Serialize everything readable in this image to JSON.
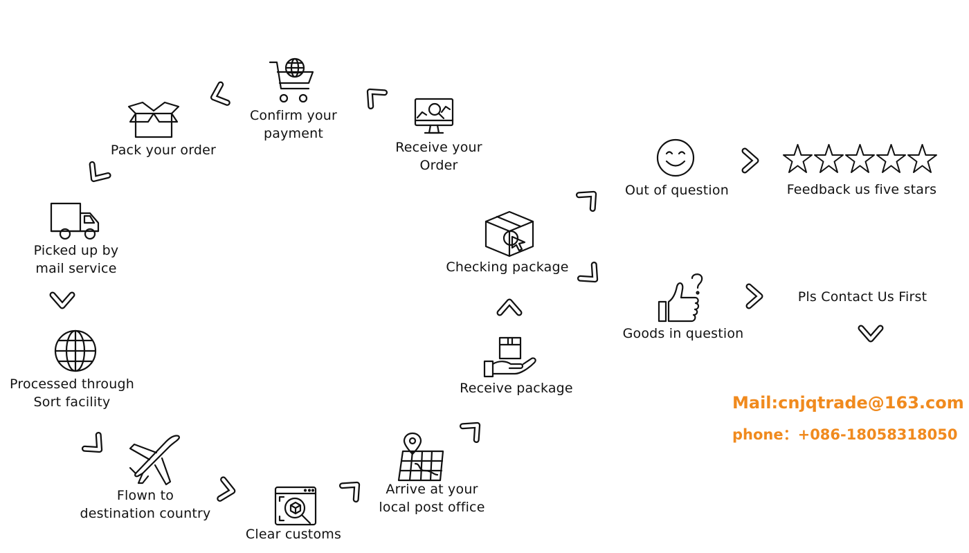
{
  "steps": {
    "confirm_payment": "Confirm your\npayment",
    "receive_order": "Receive your\nOrder",
    "pack_order": "Pack your order",
    "picked_up": "Picked up by\nmail service",
    "processed": "Processed through\nSort facility",
    "flown": "Flown to\ndestination country",
    "clear_customs": "Clear customs",
    "arrive_post": "Arrive at your\nlocal post office",
    "receive_package": "Receive package",
    "checking_package": "Checking package",
    "out_of_question": "Out of question",
    "goods_in_question": "Goods in question",
    "feedback": "Feedback us five stars",
    "contact_first": "Pls Contact Us First"
  },
  "contact": {
    "mail": "Mail:cnjqtrade@163.com",
    "phone": "phone：+086-18058318050",
    "color": "#f08a1e"
  },
  "icons": [
    "cart-globe-icon",
    "monitor-magnifier-icon",
    "open-box-icon",
    "truck-icon",
    "globe-icon",
    "airplane-icon",
    "customs-scan-icon",
    "map-pin-icon",
    "hand-box-icon",
    "box-cursor-icon",
    "smiley-icon",
    "thumbs-up-question-icon",
    "star-icon"
  ]
}
